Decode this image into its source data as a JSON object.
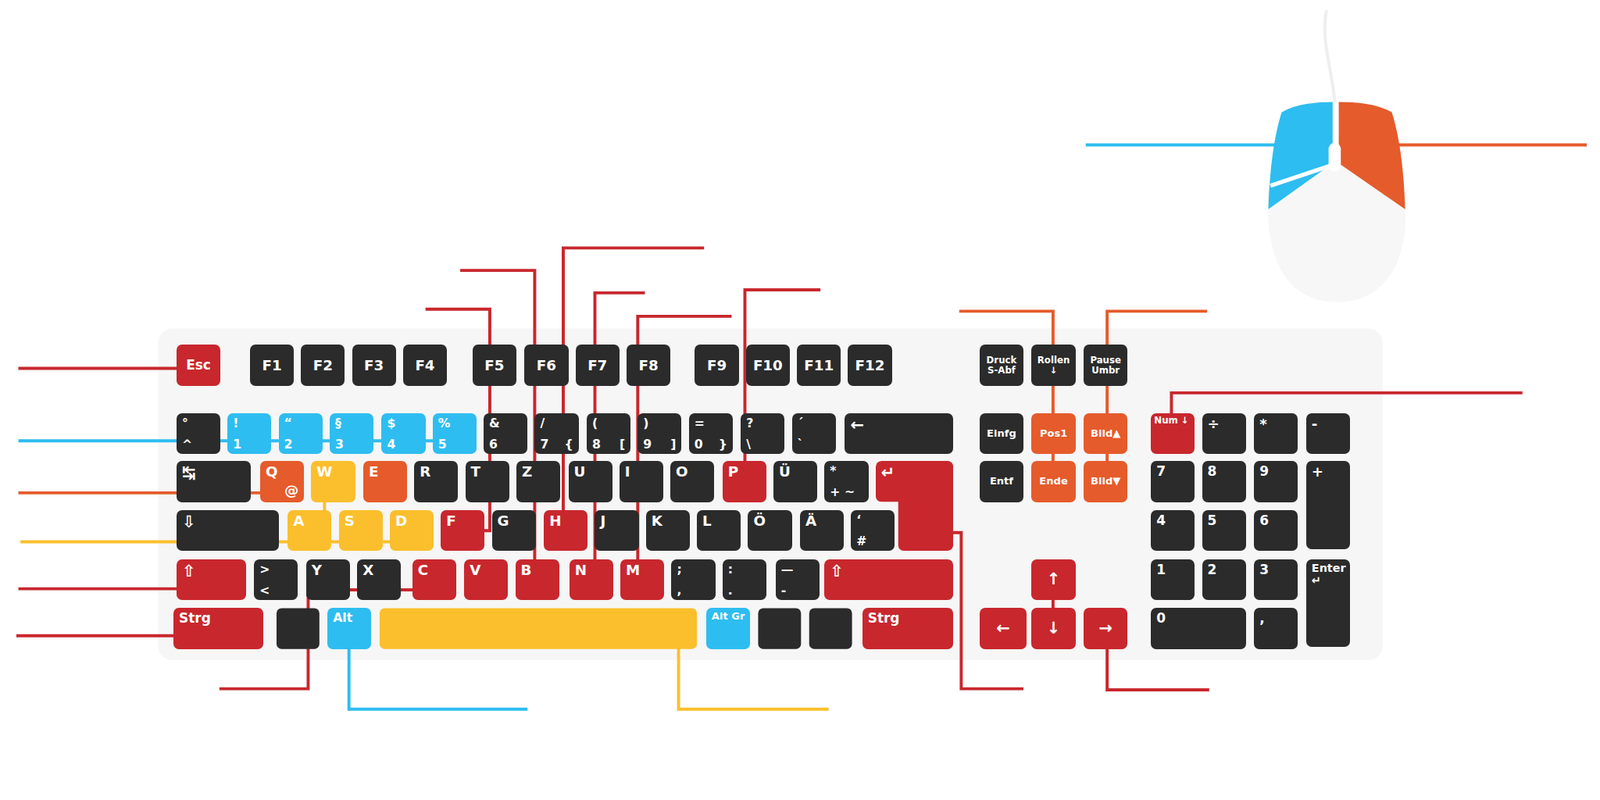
{
  "diagram": {
    "nodes": [
      {
        "text": [
          "Esc"
        ]
      },
      {
        "text": [
          "F1"
        ]
      },
      {
        "text": [
          "F2"
        ]
      },
      {
        "text": [
          "F3"
        ]
      },
      {
        "text": [
          "F4"
        ]
      },
      {
        "text": [
          "F5"
        ]
      },
      {
        "text": [
          "F6"
        ]
      },
      {
        "text": [
          "F7"
        ]
      },
      {
        "text": [
          "F8"
        ]
      },
      {
        "text": [
          "F9"
        ]
      },
      {
        "text": [
          "F10"
        ]
      },
      {
        "text": [
          "F11"
        ]
      },
      {
        "text": [
          "F12"
        ]
      },
      {
        "text": [
          "Druck S-Abf"
        ]
      },
      {
        "text": [
          "Rollen ↓"
        ]
      },
      {
        "text": [
          "Pause Umbr"
        ]
      },
      {
        "text": [
          "°",
          "^"
        ]
      },
      {
        "text": [
          "!",
          "1"
        ]
      },
      {
        "text": [
          "“",
          "2"
        ]
      },
      {
        "text": [
          "§",
          "3"
        ]
      },
      {
        "text": [
          "$",
          "4"
        ]
      },
      {
        "text": [
          "%",
          "5"
        ]
      },
      {
        "text": [
          "&",
          "6"
        ]
      },
      {
        "text": [
          "/",
          "7",
          "{"
        ]
      },
      {
        "text": [
          "(",
          "8",
          "["
        ]
      },
      {
        "text": [
          ")",
          "9",
          "]"
        ]
      },
      {
        "text": [
          "=",
          "0",
          "}"
        ]
      },
      {
        "text": [
          "?",
          "\\"
        ]
      },
      {
        "text": [
          "´",
          "`"
        ]
      },
      {
        "text": [
          "←"
        ]
      },
      {
        "text": [
          "Einfg"
        ]
      },
      {
        "text": [
          "Pos1"
        ]
      },
      {
        "text": [
          "Bild▲"
        ]
      },
      {
        "text": [
          "Num ↓"
        ]
      },
      {
        "text": [
          "÷"
        ]
      },
      {
        "text": [
          "*"
        ]
      },
      {
        "text": [
          "-"
        ]
      },
      {
        "text": [
          "↹"
        ]
      },
      {
        "text": [
          "Q",
          "@"
        ]
      },
      {
        "text": [
          "W"
        ]
      },
      {
        "text": [
          "E"
        ]
      },
      {
        "text": [
          "R"
        ]
      },
      {
        "text": [
          "T"
        ]
      },
      {
        "text": [
          "Z"
        ]
      },
      {
        "text": [
          "U"
        ]
      },
      {
        "text": [
          "I"
        ]
      },
      {
        "text": [
          "O"
        ]
      },
      {
        "text": [
          "P"
        ]
      },
      {
        "text": [
          "Ü"
        ]
      },
      {
        "text": [
          "*",
          "+ ~"
        ]
      },
      {
        "text": [
          "↵"
        ]
      },
      {
        "text": [
          "Entf"
        ]
      },
      {
        "text": [
          "Ende"
        ]
      },
      {
        "text": [
          "Bild▼"
        ]
      },
      {
        "text": [
          "7"
        ]
      },
      {
        "text": [
          "8"
        ]
      },
      {
        "text": [
          "9"
        ]
      },
      {
        "text": [
          "+"
        ]
      },
      {
        "text": [
          "⇩"
        ]
      },
      {
        "text": [
          "A"
        ]
      },
      {
        "text": [
          "S"
        ]
      },
      {
        "text": [
          "D"
        ]
      },
      {
        "text": [
          "F"
        ]
      },
      {
        "text": [
          "G"
        ]
      },
      {
        "text": [
          "H"
        ]
      },
      {
        "text": [
          "J"
        ]
      },
      {
        "text": [
          "K"
        ]
      },
      {
        "text": [
          "L"
        ]
      },
      {
        "text": [
          "Ö"
        ]
      },
      {
        "text": [
          "Ä"
        ]
      },
      {
        "text": [
          "‘",
          "#"
        ]
      },
      {
        "text": [
          "4"
        ]
      },
      {
        "text": [
          "5"
        ]
      },
      {
        "text": [
          "6"
        ]
      },
      {
        "text": [
          "⇧"
        ]
      },
      {
        "text": [
          ">",
          "<"
        ]
      },
      {
        "text": [
          "Y"
        ]
      },
      {
        "text": [
          "X"
        ]
      },
      {
        "text": [
          "C"
        ]
      },
      {
        "text": [
          "V"
        ]
      },
      {
        "text": [
          "B"
        ]
      },
      {
        "text": [
          "N"
        ]
      },
      {
        "text": [
          "M"
        ]
      },
      {
        "text": [
          ";",
          ","
        ]
      },
      {
        "text": [
          ":",
          "."
        ]
      },
      {
        "text": [
          "—",
          "-"
        ]
      },
      {
        "text": [
          "⇧"
        ]
      },
      {
        "text": [
          "↑"
        ]
      },
      {
        "text": [
          "1"
        ]
      },
      {
        "text": [
          "2"
        ]
      },
      {
        "text": [
          "3"
        ]
      },
      {
        "text": [
          "Enter",
          "↵"
        ]
      },
      {
        "text": [
          "Strg"
        ]
      },
      {
        "text": [
          "Alt"
        ]
      },
      {
        "text": [
          "Alt Gr"
        ]
      },
      {
        "text": [
          "Strg"
        ]
      },
      {
        "text": [
          "←"
        ]
      },
      {
        "text": [
          "↓"
        ]
      },
      {
        "text": [
          "→"
        ]
      },
      {
        "text": [
          "0"
        ]
      },
      {
        "text": [
          ","
        ]
      }
    ]
  }
}
